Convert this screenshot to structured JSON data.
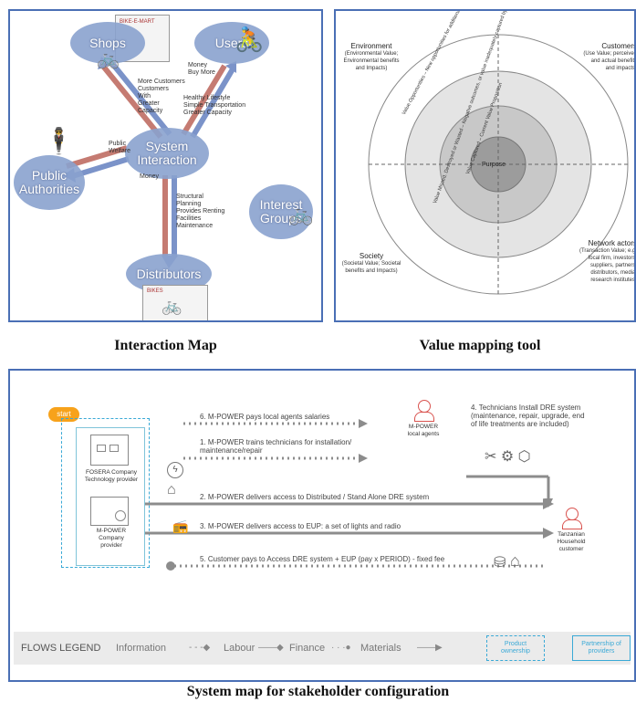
{
  "captions": {
    "interaction_map": "Interaction Map",
    "value_mapping": "Value mapping tool",
    "system_map": "System map for stakeholder configuration"
  },
  "interaction_map": {
    "nodes": {
      "shops": "Shops",
      "users": "Users",
      "system": "System Interaction",
      "public_authorities": "Public Authorities",
      "interest_groups": "Interest Groups",
      "distributors": "Distributors"
    },
    "labels": {
      "money_buy_more": "Money\nBuy More",
      "more_customers": "More Customers\nCustomers\nWith\nGreater\nCapacity",
      "healthy": "Healthy Lifestyle\nSimple Transportation\nGreater Capacity",
      "public_welfare": "Public\nWelfare",
      "money": "Money",
      "structural": "Structural\nPlanning\nProvides Renting\nFacilities\nMaintenance"
    },
    "signs": {
      "emart": "BIKE-E-MART",
      "bikes": "BIKES"
    }
  },
  "value_mapping": {
    "corners": {
      "env_title": "Environment",
      "env_sub": "(Environmental Value; Environmental benefits and Impacts)",
      "cust_title": "Customers",
      "cust_sub": "(Use Value; perceived and actual benefits and impacts)",
      "soc_title": "Society",
      "soc_sub": "(Societal Value; Societal benefits and Impacts)",
      "net_title": "Network actors",
      "net_sub": "(Transaction Value; e.g. focal firm, investors, suppliers, partners, distributors, media, research institutes)"
    },
    "rings": {
      "outer": "Value Opportunities – New opportunities for additional value creation and capture through new activities and relationships",
      "second": "Value Missed, Destroyed or Wasted – Negative outcomes, or value inadequately captured by current model",
      "third": "Value Captured – Current Value Proposition",
      "center": "Purpose"
    }
  },
  "system_map": {
    "start": "start",
    "fosera": "FOSERA Company\nTechnology provider",
    "mpower_provider": "M-POWER\nCompany\nprovider",
    "agents": "M-POWER\nlocal agents",
    "household": "Tanzanian\nHousehold\ncustomer",
    "flows": {
      "f6": "6. M-POWER pays local agents salaries",
      "f1": "1. M-POWER trains technicians for installation/\nmaintenance/repair",
      "f4": "4. Technicians Install DRE system\n(maintenance, repair, upgrade, end\nof life treatments are included)",
      "f2": "2. M-POWER delivers access to Distributed / Stand Alone DRE system",
      "f3": "3. M-POWER delivers access to EUP: a set of lights and radio",
      "f5": "5. Customer pays to Access DRE system + EUP (pay x PERIOD) - fixed fee"
    },
    "legend": {
      "title": "FLOWS LEGEND",
      "information": "Information",
      "labour": "Labour",
      "finance": "Finance",
      "materials": "Materials",
      "product_ownership": "Product\nownership",
      "partnership": "Partnership of\nproviders"
    },
    "colors": {
      "accent": "#f7a21b",
      "agent_red": "#d9534f",
      "legend_blue": "#3aa9d6",
      "flow_gray": "#8c8c8c"
    }
  }
}
